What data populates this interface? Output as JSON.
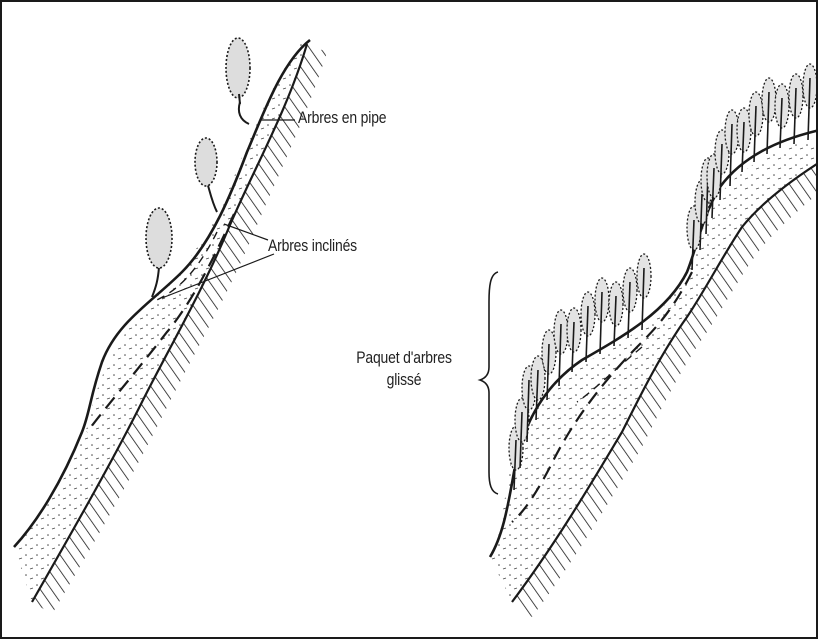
{
  "labels": {
    "arbres_en_pipe": "Arbres en pipe",
    "arbres_inclines": "Arbres inclinés",
    "paquet_line1": "Paquet d'arbres",
    "paquet_line2": "glissé"
  },
  "colors": {
    "ink": "#1a1a1a",
    "paper": "#ffffff"
  },
  "icons": {
    "tree": "tree-icon",
    "hatching": "bedrock-hatching",
    "slope": "slope-profile",
    "brace": "curly-brace"
  }
}
